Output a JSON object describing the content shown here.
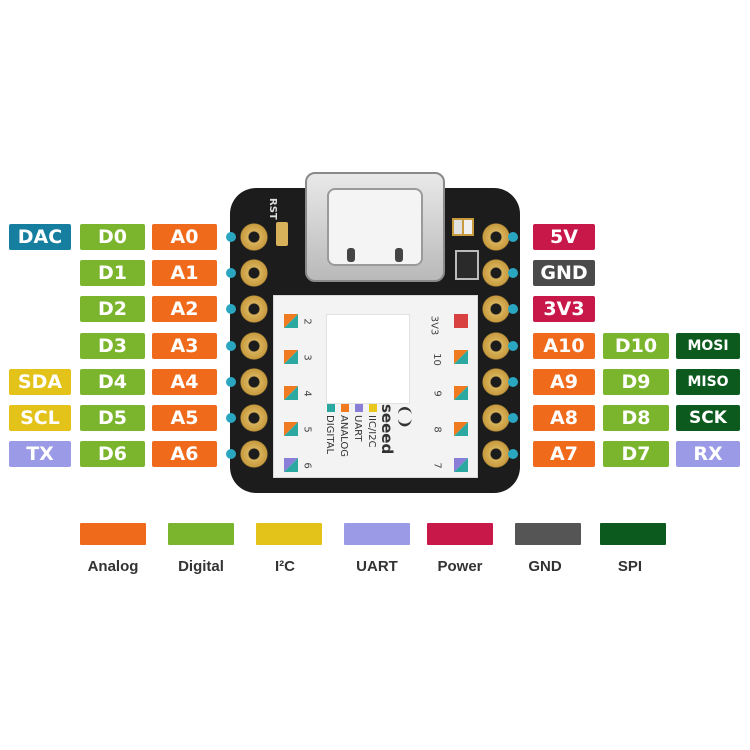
{
  "left_rows": [
    {
      "special": "DAC",
      "digital": "D0",
      "analog": "A0"
    },
    {
      "special": "",
      "digital": "D1",
      "analog": "A1"
    },
    {
      "special": "",
      "digital": "D2",
      "analog": "A2"
    },
    {
      "special": "",
      "digital": "D3",
      "analog": "A3"
    },
    {
      "special": "SDA",
      "digital": "D4",
      "analog": "A4"
    },
    {
      "special": "SCL",
      "digital": "D5",
      "analog": "A5"
    },
    {
      "special": "TX",
      "digital": "D6",
      "analog": "A6"
    }
  ],
  "right_rows": [
    {
      "main": "5V"
    },
    {
      "main": "GND"
    },
    {
      "main": "3V3"
    },
    {
      "main": "A10",
      "digital": "D10",
      "spi": "MOSI"
    },
    {
      "main": "A9",
      "digital": "D9",
      "spi": "MISO"
    },
    {
      "main": "A8",
      "digital": "D8",
      "spi": "SCK"
    },
    {
      "main": "A7",
      "digital": "D7",
      "spi": "RX"
    }
  ],
  "board": {
    "rst_label": "RST",
    "brand": "seeed",
    "left_pin_numbers": [
      "2",
      "3",
      "4",
      "5",
      "6"
    ],
    "right_pin_numbers": [
      "3V3",
      "10",
      "9",
      "8",
      "7"
    ],
    "key": [
      {
        "label": "IIC/I2C",
        "color": "#e8c81c"
      },
      {
        "label": "UART",
        "color": "#8a7fd8"
      },
      {
        "label": "ANALOG",
        "color": "#f07a20"
      },
      {
        "label": "DIGITAL",
        "color": "#2ba8a0"
      }
    ]
  },
  "legend": [
    {
      "label": "Analog",
      "color": "#f06a1c"
    },
    {
      "label": "Digital",
      "color": "#7bb52d"
    },
    {
      "label": "I²C",
      "color": "#e3c21a"
    },
    {
      "label": "UART",
      "color": "#9a9ae6"
    },
    {
      "label": "Power",
      "color": "#c8184a"
    },
    {
      "label": "GND",
      "color": "#555555"
    },
    {
      "label": "SPI",
      "color": "#0c5a1e"
    }
  ],
  "colors": {
    "dac": "#167fa0",
    "digital": "#7bb52d",
    "analog": "#f06a1c",
    "i2c": "#e3c21a",
    "uart": "#9a9ae6",
    "power": "#c8184a",
    "gnd": "#4a4a4a",
    "spi": "#0c5a1e",
    "connector_dot": "#2aa6c0"
  }
}
